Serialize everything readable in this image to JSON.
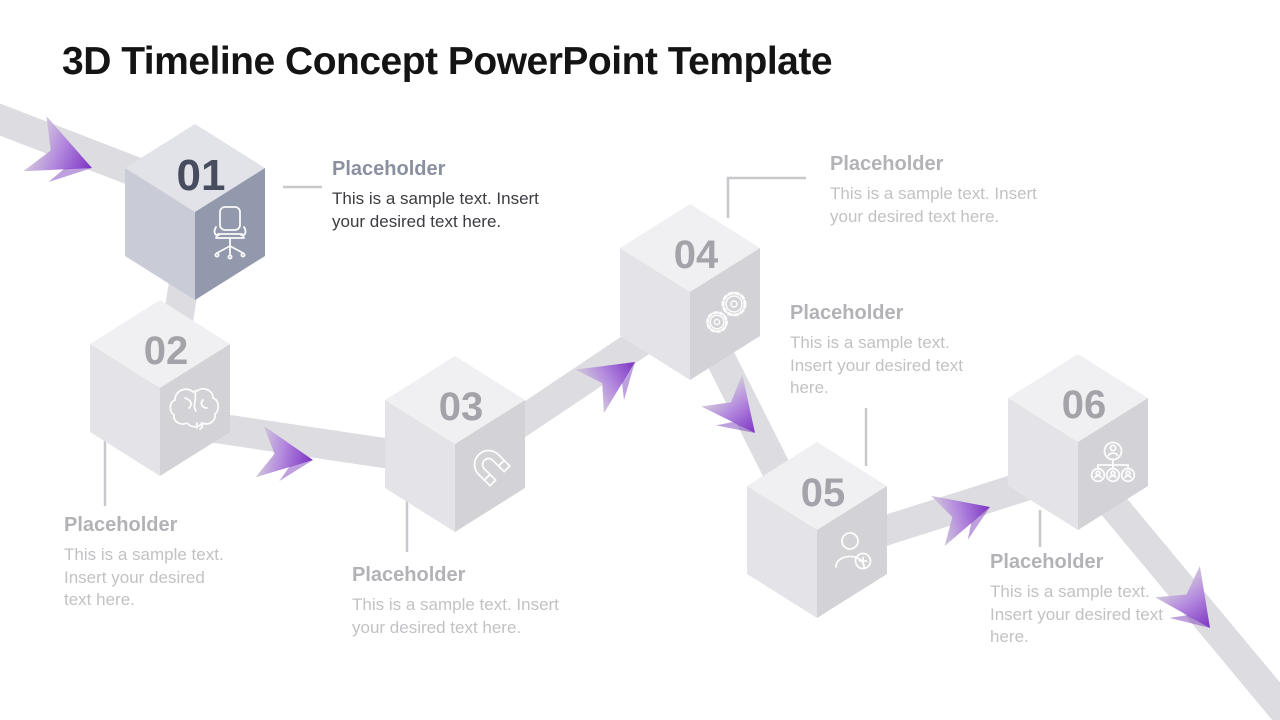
{
  "slide": {
    "title": "3D Timeline Concept PowerPoint Template"
  },
  "colors": {
    "background": "#ffffff",
    "band_gray": "#dcdce1",
    "accent_purple": "#7c33c4",
    "arrow_gradient_start": "#d6d2da",
    "arrow_gradient_end": "#7c33c4",
    "cube1_top": "#e2e3e9",
    "cube1_left": "#c9ccd6",
    "cube1_right": "#9299ac",
    "cube_top": "#f0f0f3",
    "cube_left": "#e4e4e8",
    "cube_right": "#d2d2d7",
    "number_dark": "#474c5e",
    "number_light": "#a3a3a9",
    "text_dark": "#3c3c41",
    "text_light": "#c2c2c5",
    "heading_dark": "#8b90a0",
    "heading_light": "#b3b3b7"
  },
  "steps": [
    {
      "number": "01",
      "icon": "office-chair-icon"
    },
    {
      "number": "02",
      "icon": "brain-icon"
    },
    {
      "number": "03",
      "icon": "magnet-icon"
    },
    {
      "number": "04",
      "icon": "gears-icon"
    },
    {
      "number": "05",
      "icon": "add-user-icon"
    },
    {
      "number": "06",
      "icon": "org-chart-icon"
    }
  ],
  "placeholders": [
    {
      "title": "Placeholder",
      "body": "This is a sample text. Insert your desired text here."
    },
    {
      "title": "Placeholder",
      "body": "This is a sample text. Insert your desired text here."
    },
    {
      "title": "Placeholder",
      "body": "This is a sample text. Insert your desired text here."
    },
    {
      "title": "Placeholder",
      "body": "This is a sample text. Insert your desired text here."
    },
    {
      "title": "Placeholder",
      "body": "This is a sample text. Insert your desired text here."
    },
    {
      "title": "Placeholder",
      "body": "This is a sample text. Insert your desired text here."
    }
  ]
}
